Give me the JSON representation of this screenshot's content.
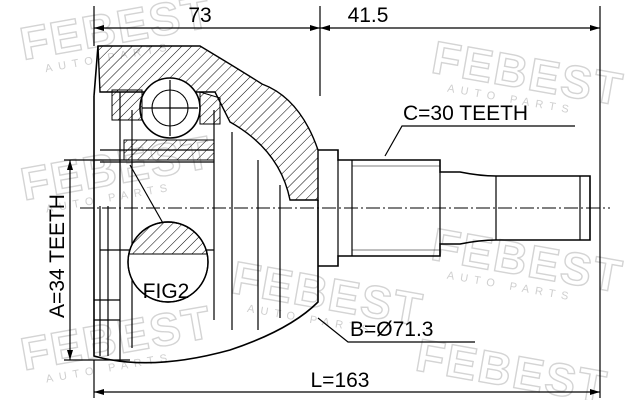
{
  "drawing": {
    "dim_top_left": "73",
    "dim_top_right": "41.5",
    "dim_total_length": "L=163",
    "outer_spline": "C=30 TEETH",
    "inner_spline": "A=34 TEETH",
    "outer_diameter": "B=Ø71.3",
    "detail_label": "FIG2"
  },
  "watermark": {
    "brand": "FEBEST",
    "subtitle": "AUTO PARTS"
  }
}
